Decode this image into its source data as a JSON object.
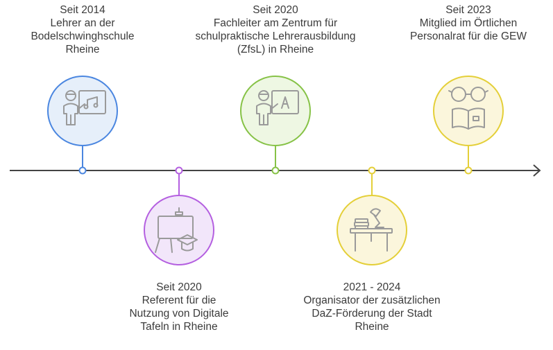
{
  "events": [
    {
      "lines": [
        "Seit 2014",
        "Lehrer an der",
        "Bodelschwinghschule",
        "Rheine"
      ],
      "color": "#4a86e0",
      "fill": "#e6effa",
      "icon": "music-teacher-icon"
    },
    {
      "lines": [
        "Seit 2020",
        "Referent für die",
        "Nutzung von Digitale",
        "Tafeln in Rheine"
      ],
      "color": "#b45fe0",
      "fill": "#f2e6fa",
      "icon": "digital-board-graduation-icon"
    },
    {
      "lines": [
        "Seit 2020",
        "Fachleiter am Zentrum für",
        "schulpraktische Lehrerausbildung",
        "(ZfsL) in Rheine"
      ],
      "color": "#86c246",
      "fill": "#eef7e3",
      "icon": "teacher-board-icon"
    },
    {
      "lines": [
        "2021 - 2024",
        "Organisator der zusätzlichen",
        "DaZ-Förderung der Stadt",
        "Rheine"
      ],
      "color": "#e4cf38",
      "fill": "#fbf6dc",
      "icon": "desk-lamp-books-icon"
    },
    {
      "lines": [
        "Seit 2023",
        "Mitglied im Örtlichen",
        "Personalrat für die GEW"
      ],
      "color": "#e4cf38",
      "fill": "#fbf6dc",
      "icon": "reader-glasses-icon"
    }
  ]
}
